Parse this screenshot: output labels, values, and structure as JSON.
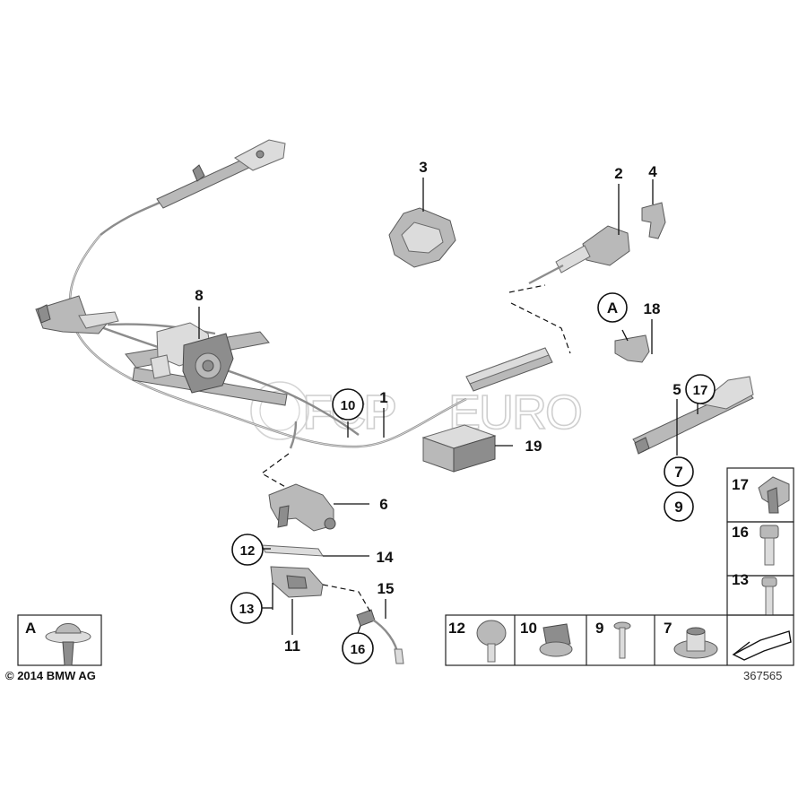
{
  "callouts": {
    "c1": "1",
    "c2": "2",
    "c3": "3",
    "c4": "4",
    "c5": "5",
    "c6": "6",
    "c7": "7",
    "c8": "8",
    "c9": "9",
    "c10": "10",
    "c11": "11",
    "c12": "12",
    "c13": "13",
    "c14": "14",
    "c15": "15",
    "c16": "16",
    "c17": "17",
    "c18": "18",
    "c19": "19",
    "cA": "A"
  },
  "legend": {
    "a": "A",
    "r17": "17",
    "r16": "16",
    "r13": "13",
    "b12": "12",
    "b10": "10",
    "b9": "9",
    "b7": "7"
  },
  "watermark": {
    "brand": "FCP",
    "suffix": "EURO"
  },
  "footer": {
    "copyright": "© 2014 BMW AG",
    "reference": "367565"
  },
  "icons": [
    "fastener-screw-icon",
    "clip-icon",
    "bolt-icon",
    "nut-icon",
    "direction-arrow-icon",
    "push-rivet-icon"
  ]
}
